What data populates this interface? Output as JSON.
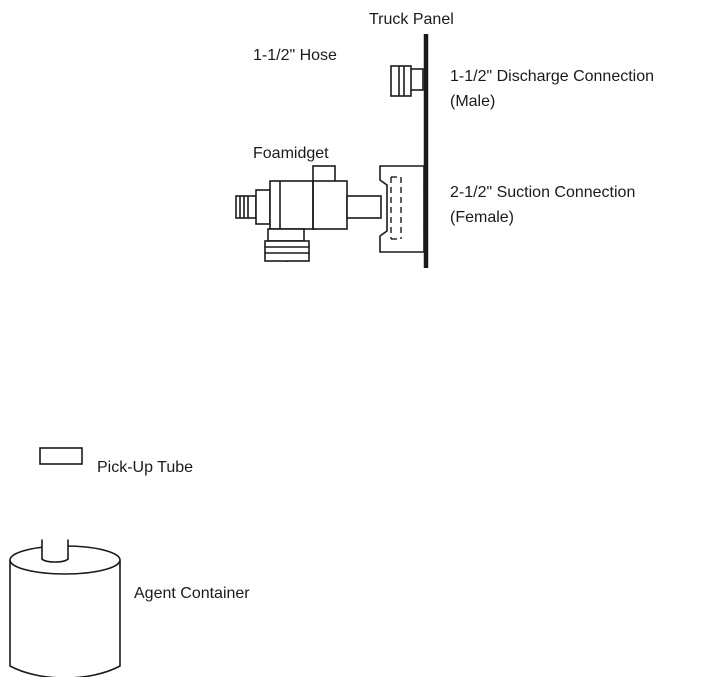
{
  "labels": {
    "truck_panel": "Truck Panel",
    "hose": "1-1/2\" Hose",
    "discharge_line1": "1-1/2\" Discharge Connection",
    "discharge_line2": "(Male)",
    "foamidget": "Foamidget",
    "suction_line1": "2-1/2\" Suction Connection",
    "suction_line2": "(Female)",
    "pickup_tube": "Pick-Up Tube",
    "agent_container": "Agent Container"
  }
}
